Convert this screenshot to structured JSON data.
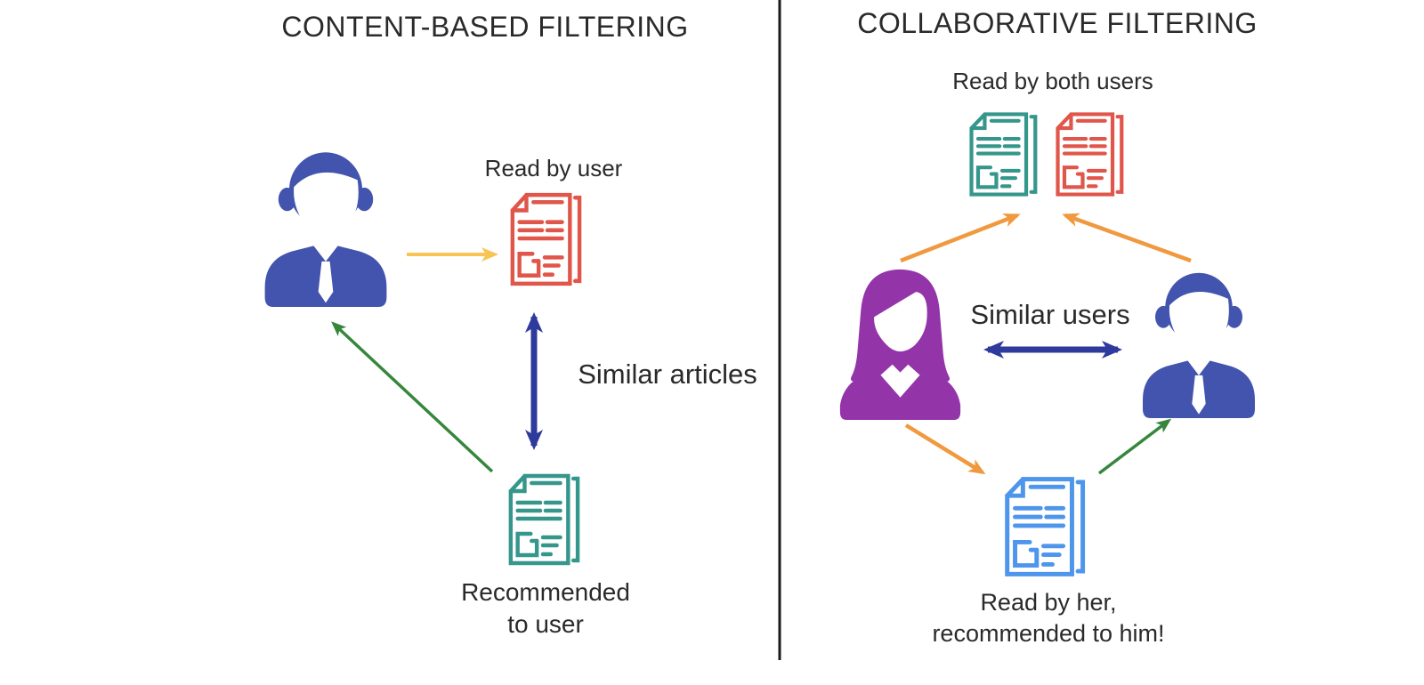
{
  "left_panel": {
    "title": "CONTENT-BASED FILTERING",
    "read_by_user_label": "Read by user",
    "similar_articles_label": "Similar articles",
    "recommended_line1": "Recommended",
    "recommended_line2": "to user"
  },
  "right_panel": {
    "title": "COLLABORATIVE FILTERING",
    "read_by_both_label": "Read by both users",
    "similar_users_label": "Similar users",
    "read_by_her_line1": "Read by her,",
    "read_by_her_line2": "recommended to him!"
  },
  "icons": {
    "left_user": "male-user-icon",
    "left_read_doc": "red-article-icon",
    "left_recommended_doc": "teal-article-icon",
    "right_doc_green": "teal-article-icon",
    "right_doc_red": "red-article-icon",
    "right_user_female": "female-user-icon",
    "right_user_male": "male-user-icon",
    "right_bottom_doc": "blue-article-icon"
  },
  "colors": {
    "text": "#2a2a2a",
    "divider": "#1a1a1a",
    "man_blue": "#4254AE",
    "woman_purple": "#9334A9",
    "doc_red": "#E0564A",
    "doc_teal": "#35968C",
    "doc_blue": "#4E95EC",
    "arrow_yellow": "#F8C554",
    "arrow_orange": "#F0993F",
    "arrow_green": "#36873C",
    "arrow_navy": "#2F3B9C",
    "white": "#ffffff"
  }
}
